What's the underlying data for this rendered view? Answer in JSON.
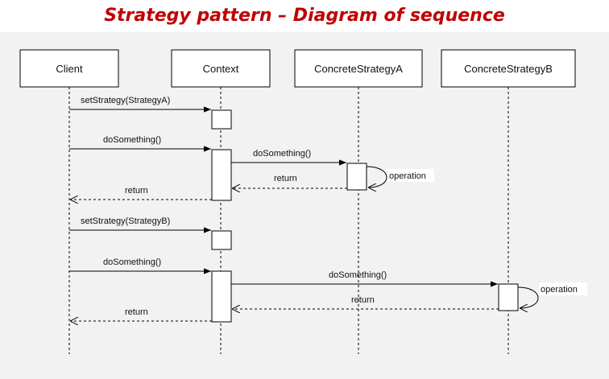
{
  "title": "Strategy pattern – Diagram of sequence",
  "participants": [
    {
      "id": "client",
      "label": "Client"
    },
    {
      "id": "context",
      "label": "Context"
    },
    {
      "id": "concreteA",
      "label": "ConcreteStrategyA"
    },
    {
      "id": "concreteB",
      "label": "ConcreteStrategyB"
    }
  ],
  "messages": [
    {
      "label": "setStrategy(StrategyA)",
      "from": "client",
      "to": "context",
      "kind": "call"
    },
    {
      "label": "doSomething()",
      "from": "client",
      "to": "context",
      "kind": "call"
    },
    {
      "label": "doSomething()",
      "from": "context",
      "to": "concreteA",
      "kind": "call"
    },
    {
      "label": "operation",
      "from": "concreteA",
      "to": "concreteA",
      "kind": "self"
    },
    {
      "label": "return",
      "from": "concreteA",
      "to": "context",
      "kind": "return"
    },
    {
      "label": "return",
      "from": "context",
      "to": "client",
      "kind": "return"
    },
    {
      "label": "setStrategy(StrategyB)",
      "from": "client",
      "to": "context",
      "kind": "call"
    },
    {
      "label": "doSomething()",
      "from": "client",
      "to": "context",
      "kind": "call"
    },
    {
      "label": "doSomething()",
      "from": "context",
      "to": "concreteB",
      "kind": "call"
    },
    {
      "label": "operation",
      "from": "concreteB",
      "to": "concreteB",
      "kind": "self"
    },
    {
      "label": "return",
      "from": "concreteB",
      "to": "context",
      "kind": "return"
    },
    {
      "label": "return",
      "from": "context",
      "to": "client",
      "kind": "return"
    }
  ],
  "colors": {
    "title": "#c00000",
    "line": "#000000",
    "panel": "#f2f2f2"
  }
}
